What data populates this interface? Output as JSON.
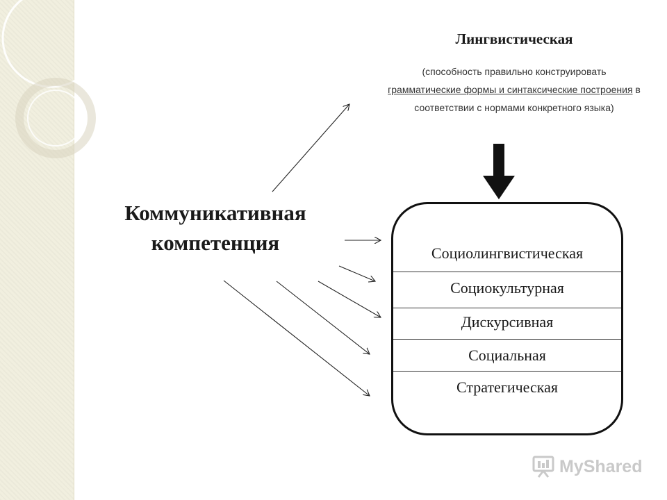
{
  "main_title": {
    "line1": "Коммуникативная",
    "line2": "компетенция"
  },
  "linguistic": {
    "title": "Лингвистическая",
    "desc_part1": "(способность правильно конструировать",
    "desc_part2_underlined": "грамматические формы и синтаксические построения",
    "desc_part3": "в соответствии с нормами конкретного языка)"
  },
  "components": [
    "Социолингвистическая",
    "Социокультурная",
    "Дискурсивная",
    "Социальная",
    "Стратегическая"
  ],
  "watermark": "MyShared"
}
